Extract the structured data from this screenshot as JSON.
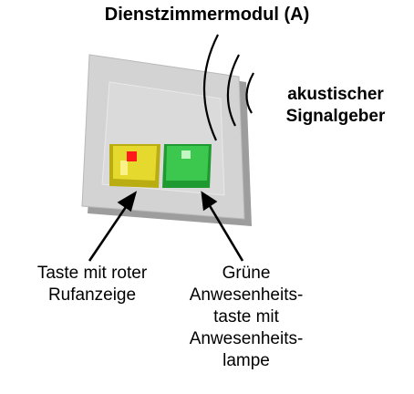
{
  "title": "Dienstzimmermodul (A)",
  "signal_label": {
    "lines": [
      "akustischer",
      "Signalgeber"
    ]
  },
  "left_caption": {
    "lines": [
      "Taste mit roter",
      "Rufanzeige"
    ]
  },
  "right_caption": {
    "lines": [
      "Grüne",
      "Anwesenheits-",
      "taste mit",
      "Anwesenheits-",
      "lampe"
    ]
  },
  "colors": {
    "panel_face": "#cfcfcf",
    "panel_edge": "#9a9a9a",
    "yellow_button": "#e8dd2e",
    "green_button": "#35c24a",
    "red_indicator": "#ff1a1a",
    "green_lamp": "#b9f2b9"
  }
}
